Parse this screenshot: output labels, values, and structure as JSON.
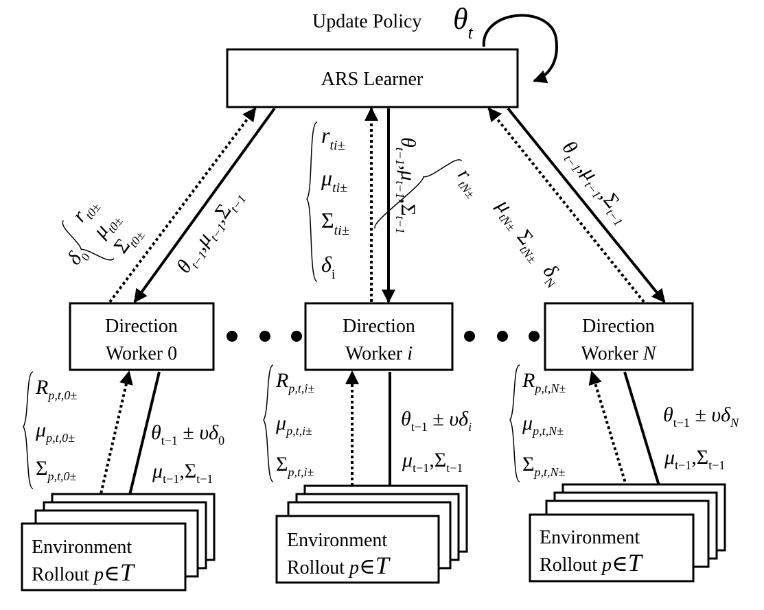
{
  "header": {
    "update_label": "Update Policy",
    "theta": "θ",
    "theta_sub": "t"
  },
  "learner": {
    "label": "ARS Learner"
  },
  "workers": [
    {
      "line1": "Direction",
      "line2": "Worker 0",
      "suffix": ""
    },
    {
      "line1": "Direction",
      "line2": "Worker ",
      "suffix": "i"
    },
    {
      "line1": "Direction",
      "line2": "Worker ",
      "suffix": "N"
    }
  ],
  "environments": [
    {
      "line1": "Environment",
      "line2": "Rollout ",
      "math_p": "p",
      "math_in": "∈",
      "math_T": "T"
    },
    {
      "line1": "Environment",
      "line2": "Rollout ",
      "math_p": "p",
      "math_in": "∈",
      "math_T": "T"
    },
    {
      "line1": "Environment",
      "line2": "Rollout ",
      "math_p": "p",
      "math_in": "∈",
      "math_T": "T"
    }
  ],
  "ellipsis": "• • •",
  "upper_returns": [
    {
      "r": "r",
      "r_sub": "t0±",
      "mu": "μ",
      "mu_sub": "t0±",
      "sigma": "Σ",
      "sigma_sub": "t0±",
      "delta": "δ",
      "delta_sub": "0"
    },
    {
      "r": "r",
      "r_sub": "ti±",
      "mu": "μ",
      "mu_sub": "ti±",
      "sigma": "Σ",
      "sigma_sub": "ti±",
      "delta": "δ",
      "delta_sub": "i"
    },
    {
      "r": "r",
      "r_sub": "tN±",
      "mu": "μ",
      "mu_sub": "tN±",
      "sigma": "Σ",
      "sigma_sub": "tN±",
      "delta": "δ",
      "delta_sub": "N"
    }
  ],
  "upper_params": {
    "theta": "θ",
    "theta_sub": "t−1",
    "mu": "μ",
    "mu_sub": "t−1",
    "sigma": "Σ",
    "sigma_sub": "t−1",
    "comma": ","
  },
  "lower_returns": [
    {
      "R": "R",
      "R_sub": "p,t,0±",
      "mu": "μ",
      "mu_sub": "p,t,0±",
      "sigma": "Σ",
      "sigma_sub": "p,t,0±"
    },
    {
      "R": "R",
      "R_sub": "p,t,i±",
      "mu": "μ",
      "mu_sub": "p,t,i±",
      "sigma": "Σ",
      "sigma_sub": "p,t,i±"
    },
    {
      "R": "R",
      "R_sub": "p,t,N±",
      "mu": "μ",
      "mu_sub": "p,t,N±",
      "sigma": "Σ",
      "sigma_sub": "p,t,N±"
    }
  ],
  "lower_params": [
    {
      "theta": "θ",
      "theta_sub": "t−1",
      "pm": " ± ",
      "upsilon": "υ",
      "delta": "δ",
      "delta_sub": "0",
      "mu": "μ",
      "mu_sub": "t−1",
      "sigma": "Σ",
      "sigma_sub": "t−1",
      "comma": ","
    },
    {
      "theta": "θ",
      "theta_sub": "t−1",
      "pm": " ± ",
      "upsilon": "υ",
      "delta": "δ",
      "delta_sub": "i",
      "mu": "μ",
      "mu_sub": "t−1",
      "sigma": "Σ",
      "sigma_sub": "t−1",
      "comma": ","
    },
    {
      "theta": "θ",
      "theta_sub": "t−1",
      "pm": " ± ",
      "upsilon": "υ",
      "delta": "δ",
      "delta_sub": "N",
      "mu": "μ",
      "mu_sub": "t−1",
      "sigma": "Σ",
      "sigma_sub": "t−1",
      "comma": ","
    }
  ]
}
